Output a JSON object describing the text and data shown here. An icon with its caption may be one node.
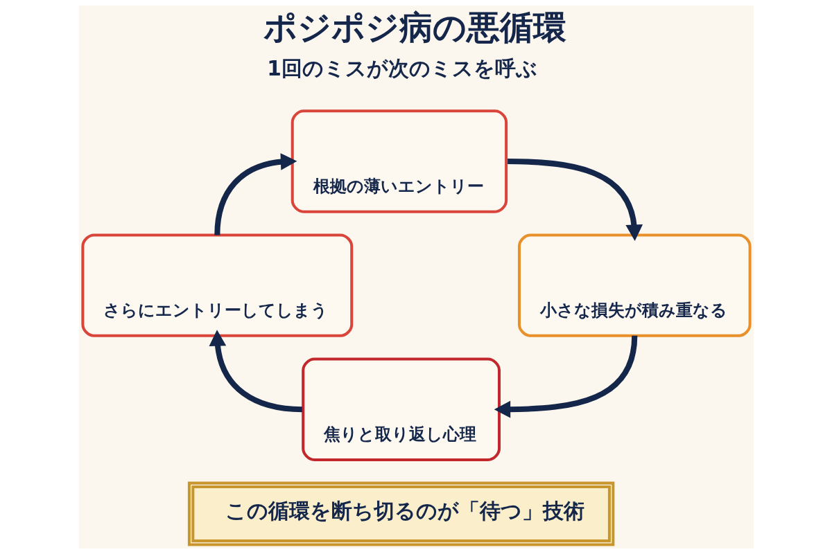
{
  "diagram": {
    "title": "ポジポジ病の悪循環",
    "nodes": [
      {
        "text": [
          "根拠の薄いエントリー"
        ]
      },
      {
        "text": [
          "小さな損失が積み重なる"
        ]
      },
      {
        "text": [
          "焦りと取り返し心理"
        ]
      },
      {
        "text": [
          "さらにエントリーしてしまう"
        ]
      },
      {
        "text": [
          "この循環を断ち切るのが「待つ」技術"
        ]
      }
    ],
    "edges": [
      {
        "from": 0,
        "to": 1,
        "arrow": "to"
      },
      {
        "from": 1,
        "to": 2,
        "arrow": "to"
      },
      {
        "from": 2,
        "to": 3,
        "arrow": "to"
      },
      {
        "from": 3,
        "to": 0,
        "arrow": "to"
      }
    ],
    "labels": [
      "1回のミスが次のミスを呼ぶ"
    ]
  }
}
